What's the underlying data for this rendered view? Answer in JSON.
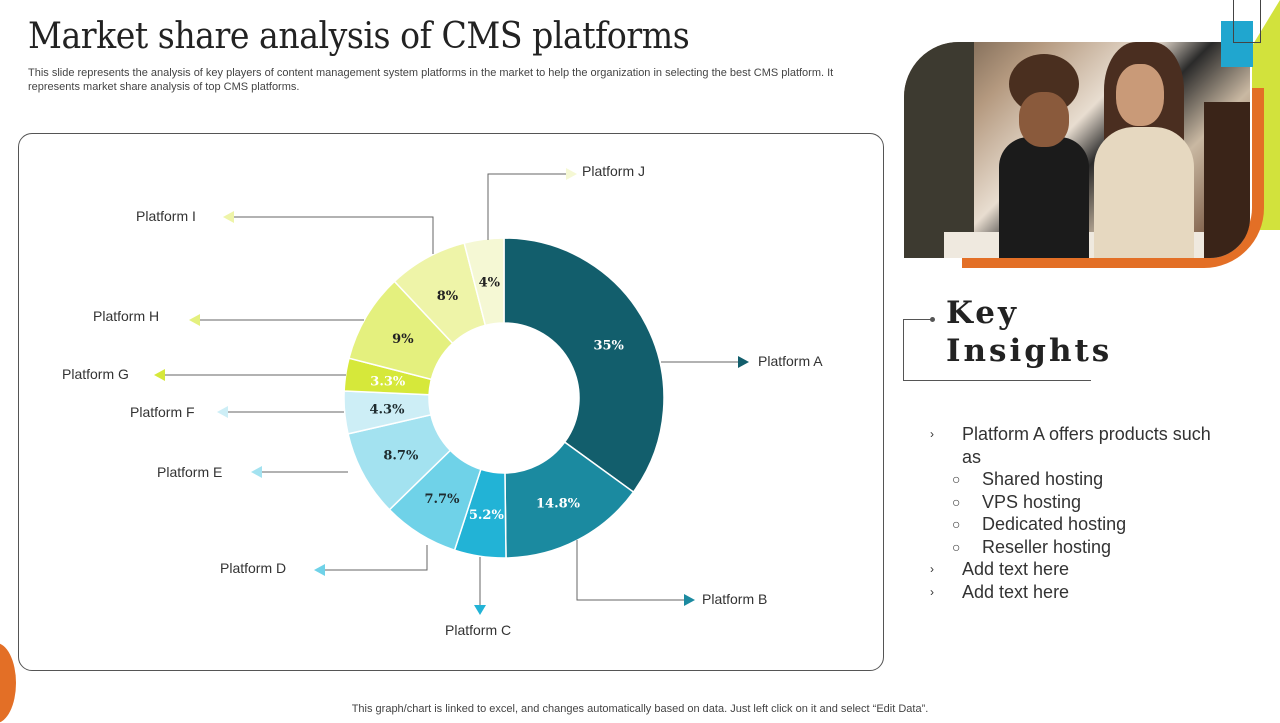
{
  "header": {
    "title": "Market share analysis of CMS platforms",
    "subtitle": "This slide represents the analysis of key players of content management system platforms in the market to help the organization in selecting the best CMS platform. It represents market share analysis of top CMS platforms."
  },
  "chart_data": {
    "type": "pie",
    "subtype": "doughnut",
    "title": "",
    "categories": [
      "Platform A",
      "Platform B",
      "Platform C",
      "Platform D",
      "Platform E",
      "Platform F",
      "Platform G",
      "Platform H",
      "Platform I",
      "Platform J"
    ],
    "values": [
      35,
      14.8,
      5.2,
      7.7,
      8.7,
      4.3,
      3.3,
      9,
      8,
      4
    ],
    "value_labels": [
      "35%",
      "14.8%",
      "5.2%",
      "7.7%",
      "8.7%",
      "4.3%",
      "3.3%",
      "9%",
      "8%",
      "4%"
    ],
    "colors": [
      "#125e6c",
      "#1b8aa0",
      "#22b3d6",
      "#6fd2e8",
      "#a3e2f0",
      "#cdeef6",
      "#d6e83a",
      "#e4f07e",
      "#eef4a8",
      "#f5f8d4"
    ],
    "label_colors": [
      "#ffffff",
      "#ffffff",
      "#ffffff",
      "#1e2b2e",
      "#1e2b2e",
      "#1e2b2e",
      "#ffffff",
      "#222222",
      "#222222",
      "#222222"
    ],
    "start_angle_deg": 0,
    "direction": "clockwise",
    "legend": "callout labels with arrows"
  },
  "insights": {
    "title_line1": "Key",
    "title_line2": "Insights",
    "items": [
      {
        "bullet": "›",
        "text": "Platform A offers products such as"
      },
      {
        "bullet": "○",
        "text": "Shared hosting",
        "sub": true
      },
      {
        "bullet": "○",
        "text": "VPS hosting",
        "sub": true
      },
      {
        "bullet": "○",
        "text": "Dedicated hosting",
        "sub": true
      },
      {
        "bullet": "○",
        "text": "Reseller hosting",
        "sub": true
      },
      {
        "bullet": "›",
        "text": "Add text here"
      },
      {
        "bullet": "›",
        "text": "Add text here"
      }
    ]
  },
  "footer": {
    "note": "This graph/chart is linked to excel, and changes automatically based on data. Just left click on it and select “Edit Data”."
  },
  "colors": {
    "accent_orange": "#e36f26",
    "accent_lime": "#d2e23c",
    "accent_blue": "#20a6cf"
  }
}
